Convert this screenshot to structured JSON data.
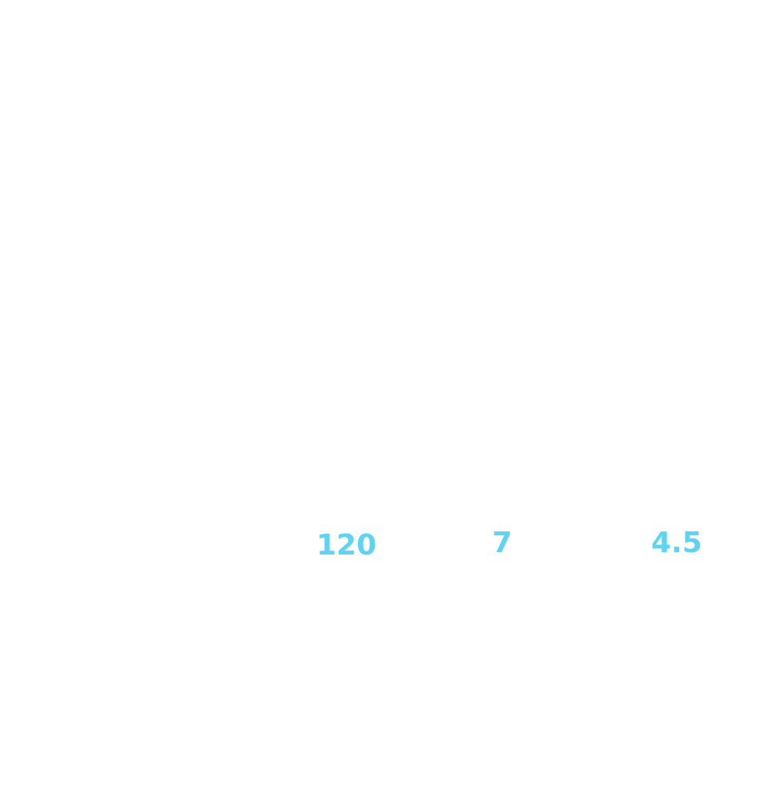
{
  "colors": {
    "background": "#ffffff",
    "accent": "#5fd3f3"
  },
  "stats": {
    "items": [
      {
        "value": "120"
      },
      {
        "value": "7"
      },
      {
        "value": "4.5"
      }
    ]
  }
}
